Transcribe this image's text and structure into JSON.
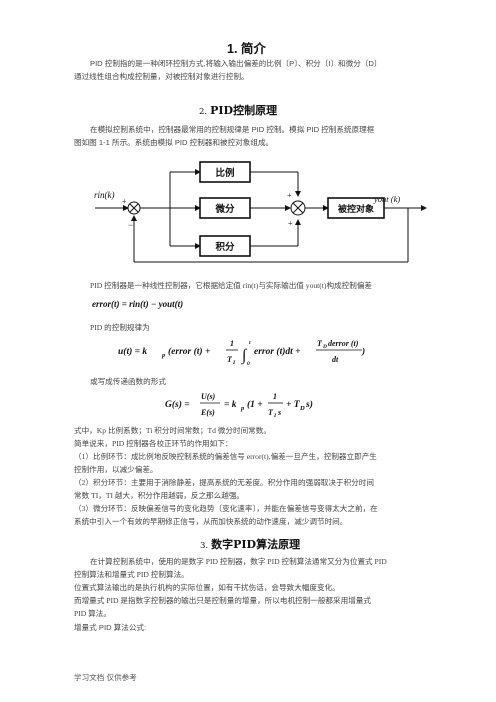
{
  "section1": {
    "title": "1. 简介",
    "para_lines": [
      "PID 控制指的是一种闭环控制方式,将输入输出偏差的比例〔P〕、积分〔I〕和微分〔D〕",
      "通过线性组合构成控制量，对被控制对象进行控制。"
    ]
  },
  "section2": {
    "num": "2.",
    "title": "PID控制原理",
    "intro_lines": [
      "在模拟控制系统中，控制器最常用的控制规律是 PID 控制。模拟 PID 控制系统原理框",
      "图如图 1-1 所示。系统由模拟 PID 控制器和被控对象组成。"
    ],
    "diagram": {
      "input_label": "rin(k)",
      "output_label": "yout (k)",
      "block_p": "比例",
      "block_d": "微分",
      "block_i": "积分",
      "block_plant": "被控对象",
      "sign_plus1": "+",
      "sign_minus": "−",
      "sign_plus2": "+",
      "sign_plus3": "+"
    },
    "text_after_diagram": "PID 控制器是一种线性控制器，它根据给定值 rin(t)与实际输出值 yout(t)构成控制偏差",
    "eq_error": "error(t) = rin(t) − yout(t)",
    "law_label": "PID 的控制规律为",
    "eq_law": {
      "lhs": "u(t) = k",
      "sub_p": "p",
      "paren": "(error (t) +",
      "one": "1",
      "ti": "T",
      "ti_sub": "I",
      "int_upper": "t",
      "int_lower": "0",
      "integrand": "error (t)dt +",
      "td_num": "T",
      "td_sub": "D",
      "d_num": "derror (t)",
      "dt": "dt",
      "close": ")"
    },
    "tf_label": "或写成传递函数的形式",
    "eq_tf": {
      "gs": "G(s) =",
      "num": "U(s)",
      "den": "E(s)",
      "eq": "= k",
      "sub_p": "p",
      "open": "(1 +",
      "one": "1",
      "tis": "T",
      "tis_sub": "I",
      "s": "s",
      "tail": "+ T",
      "td_sub": "D",
      "tail2": "s)"
    },
    "params_lines": [
      "式中，Kp   比例系数；Ti  积分时间常数；Td   微分时间常数。",
      "简单说来，PID 控制器各校正环节的作用如下：",
      "（1）比例环节：成比例地反映控制系统的偏差信号 error(t),偏差一旦产生，控制器立即产生",
      "控制作用，以减少偏差。",
      "（2）积分环节：主要用于消除静差，提高系统的无差度。积分作用的强弱取决于积分时间",
      "常数 TI，TI 越大，积分作用越弱，反之那么越强。",
      "（3）微分环节：反映偏差信号的变化趋势〔变化速率〕，并能在偏差信号变得太大之前，在",
      "系统中引入一个有效的早期修正信号，从而加快系统的动作速度，减少调节时间。"
    ]
  },
  "section3": {
    "num": "3.",
    "title": "数字PID算法原理",
    "lines": [
      "在计算控制系统中，使用的是数字 PID 控制器，数字 PID 控制算法通常又分为位置式 PID",
      "控制算法和增量式 PID 控制算法。",
      "位置式算法输出的是执行机构的实际位置，如有干扰伤话，会导致大幅度变化。",
      "而增量式 PID 是指数字控制器的输出只是控制量的增量，所以电机控制一般都采用增量式",
      "PID 算法。"
    ],
    "last_line": "增量式 PID 算法公式:"
  },
  "footer": "学习文档 仅供参考"
}
